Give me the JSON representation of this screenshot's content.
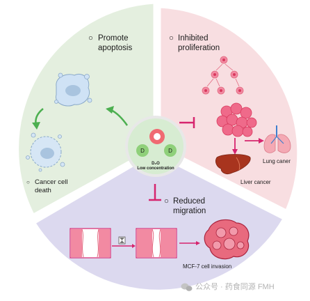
{
  "sectors": {
    "apoptosis": {
      "bullet": "○",
      "line1": "Promote",
      "line2": "apoptosis",
      "color": "#e4efdf"
    },
    "proliferation": {
      "bullet": "○",
      "line1": "Inhibited",
      "line2": "proliferation",
      "color": "#f8dee1"
    },
    "migration": {
      "bullet": "○",
      "line1": "Reduced",
      "line2": "migration",
      "color": "#dcd9ef"
    }
  },
  "center": {
    "molecule_letter_1": "D",
    "molecule_letter_2": "D",
    "formula": "D₂O",
    "caption": "Low concentration"
  },
  "labels": {
    "cancer_cell_death_1": "Cancer cell",
    "cancer_cell_death_2": "death",
    "lung_cancer": "Lung caner",
    "liver_cancer": "Liver cancer",
    "mcf7": "MCF-7 cell invasion"
  },
  "watermark": "公众号 · 药食同源 FMH",
  "colors": {
    "arrow_green": "#4caf50",
    "inhibit_pink": "#d6246e",
    "cell_pink": "#ef6a8a",
    "cell_dark": "#d83a5e"
  }
}
